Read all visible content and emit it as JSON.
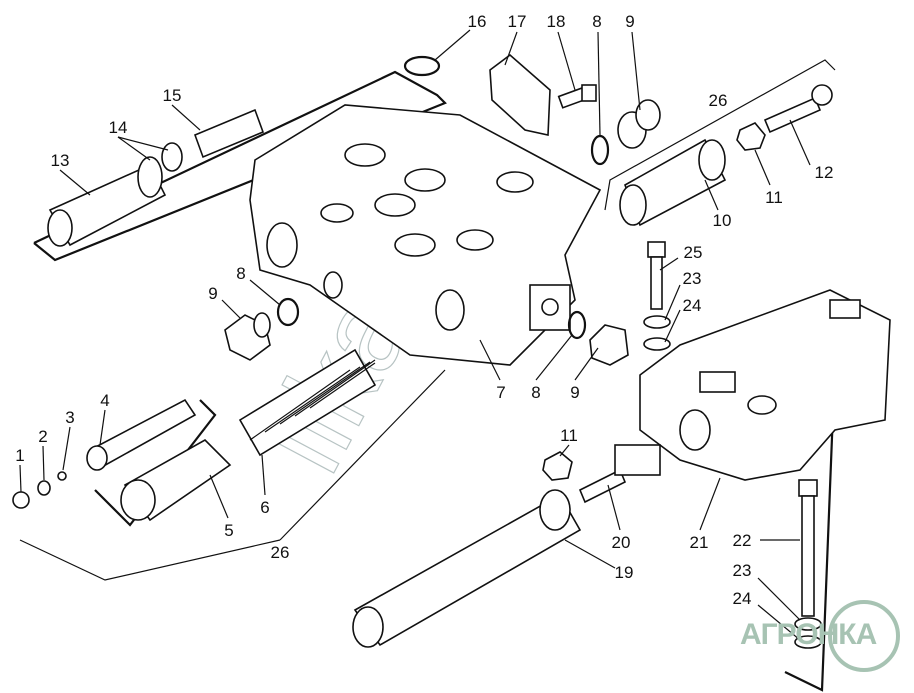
{
  "diagram": {
    "title_labels": {
      "l16": "16",
      "l17": "17",
      "l18": "18",
      "l8a": "8",
      "l9a": "9",
      "l26a": "26",
      "l15": "15",
      "l14": "14",
      "l13": "13",
      "l12": "12",
      "l11a": "11",
      "l10": "10",
      "l25": "25",
      "l23a": "23",
      "l24a": "24",
      "l9b": "9",
      "l8b": "8",
      "l7": "7",
      "l8c": "8",
      "l9c": "9",
      "l4": "4",
      "l3": "3",
      "l2": "2",
      "l1": "1",
      "l5": "5",
      "l6": "6",
      "l26b": "26",
      "l11b": "11",
      "l20": "20",
      "l21": "21",
      "l19": "19",
      "l22": "22",
      "l23b": "23",
      "l24b": "24"
    },
    "watermark": "ilka.by",
    "logo": "АГРОНКА"
  }
}
